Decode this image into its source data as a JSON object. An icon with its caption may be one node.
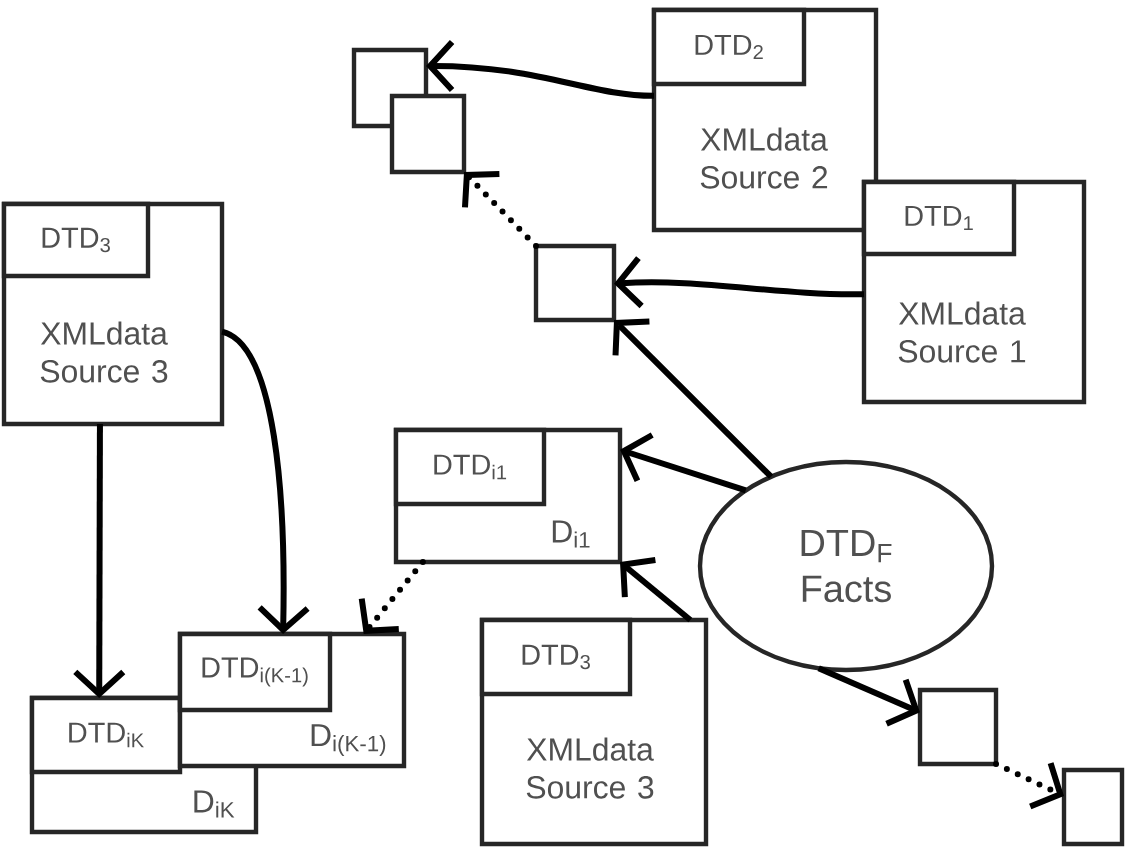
{
  "diagram": {
    "nodes": [
      {
        "text": [],
        "shape": "box"
      },
      {
        "text": [],
        "shape": "box"
      },
      {
        "text": [
          "XMLdata Source 2"
        ]
      },
      {
        "text": [
          "DTD$_{2}$"
        ],
        "in": 2
      },
      {
        "text": [
          "XMLdata Source 1"
        ]
      },
      {
        "text": [
          "DTD$_{1}$"
        ],
        "in": 4
      },
      {
        "text": [
          "XMLdata Source 3"
        ]
      },
      {
        "text": [
          "DTD$_{3}$"
        ],
        "in": 6
      },
      {
        "text": [],
        "shape": "box"
      },
      {
        "text": [
          "D$_{i1}$"
        ]
      },
      {
        "text": [
          "DTD$_{i1}$"
        ],
        "in": 9
      },
      {
        "text": [
          "DTD$_{F}$ Facts"
        ]
      },
      {
        "text": [
          "D$_{i(K-1)}$"
        ]
      },
      {
        "text": [
          "DTD$_{i(K-1)}$"
        ],
        "in": 12
      },
      {
        "text": [
          "XMLdata Source 3"
        ]
      },
      {
        "text": [
          "DTD$_{3}$"
        ],
        "in": 14
      },
      {
        "text": [
          "D$_{iK}$"
        ]
      },
      {
        "text": [
          "DTD$_{iK}$"
        ],
        "in": 16
      },
      {
        "text": [],
        "shape": "box"
      },
      {
        "text": [],
        "shape": "box"
      }
    ],
    "edges": [
      {
        "from": 2,
        "to": 0,
        "arrow": "to"
      },
      {
        "from": 4,
        "to": 8,
        "arrow": "to"
      },
      {
        "from": 8,
        "to": 1,
        "arrow": "to",
        "style": "dashed"
      },
      {
        "from": 11,
        "to": 8,
        "arrow": "to"
      },
      {
        "from": 11,
        "to": 9,
        "arrow": "to"
      },
      {
        "from": 14,
        "to": 9,
        "arrow": "to"
      },
      {
        "from": 9,
        "to": 12,
        "arrow": "to",
        "style": "dashed"
      },
      {
        "from": 6,
        "to": 16,
        "arrow": "to"
      },
      {
        "from": 6,
        "to": 12,
        "arrow": "to"
      },
      {
        "from": 11,
        "to": 18,
        "arrow": "to"
      },
      {
        "from": 18,
        "to": 19,
        "arrow": "to",
        "style": "dashed"
      }
    ]
  }
}
